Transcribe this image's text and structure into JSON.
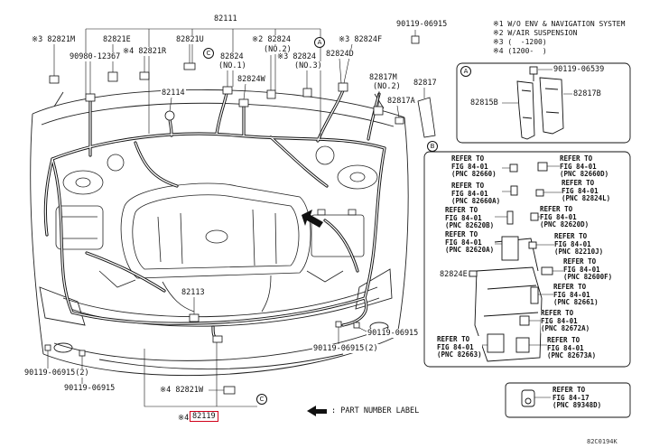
{
  "notes": [
    "※1 W/O ENV & NAVIGATION SYSTEM",
    "※2 W/AIR SUSPENSION",
    "※3 (  -1200)",
    "※4 (1200-  )"
  ],
  "callouts": {
    "a": "A",
    "b": "B",
    "c": "C"
  },
  "main": {
    "p82111": "82111",
    "p90119_top": "90119-06915",
    "p82821m": "※3 82821M",
    "p82821e": "82821E",
    "p82821u": "82821U",
    "p82824_no2": "※2 82824",
    "p82824_no2_sub": "(NO.2)",
    "p82824f": "※3 82824F",
    "p82821r": "※4 82821R",
    "p90980": "90980-12367",
    "p82824_no1": "82824",
    "p82824_no1_sub": "(NO.1)",
    "p82824_no3": "※3 82824",
    "p82824_no3_sub": "(NO.3)",
    "p82824d": "82824D",
    "p82817m": "82817M",
    "p82817m_sub": "(NO.2)",
    "p82817": "82817",
    "p82114": "82114",
    "p82824w": "82824W",
    "p82817a": "82817A",
    "p82113": "82113",
    "p90119_r1": "90119-06915",
    "p90119_r2": "90119-06915(2)",
    "p90119_l1": "90119-06915(2)",
    "p90119_l2": "90119-06915",
    "p82821w": "※4 82821W",
    "p82119_note": "※4",
    "p82119": "82119"
  },
  "legend": {
    "text": ": PART NUMBER LABEL",
    "label_color": "#d0021b"
  },
  "detail_a": {
    "p90119": "90119-06539",
    "p82815b": "82815B",
    "p82817b": "82817B"
  },
  "detail_b": {
    "refs": [
      "REFER TO\nFIG 84-01\n(PNC 82660)",
      "REFER TO\nFIG 84-01\n(PNC 82660D)",
      "REFER TO\nFIG 84-01\n(PNC 82660A)",
      "REFER TO\nFIG 84-01\n(PNC 82824L)",
      "REFER TO\nFIG 84-01\n(PNC 82620B)",
      "REFER TO\nFIG 84-01\n(PNC 82620D)",
      "REFER TO\nFIG 84-01\n(PNC 82620A)",
      "REFER TO\nFIG 84-01\n(PNC 82210J)",
      "REFER TO\nFIG 84-01\n(PNC 82600F)",
      "REFER TO\nFIG 84-01\n(PNC 82661)",
      "REFER TO\nFIG 84-01\n(PNC 82672A)",
      "REFER TO\nFIG 84-01\n(PNC 82663)",
      "REFER TO\nFIG 84-01\n(PNC 82673A)"
    ],
    "p82824e": "82824E"
  },
  "detail_c": {
    "ref": "REFER TO\nFIG 84-17\n(PNC 89348D)"
  },
  "figure_code": "82C0194K"
}
